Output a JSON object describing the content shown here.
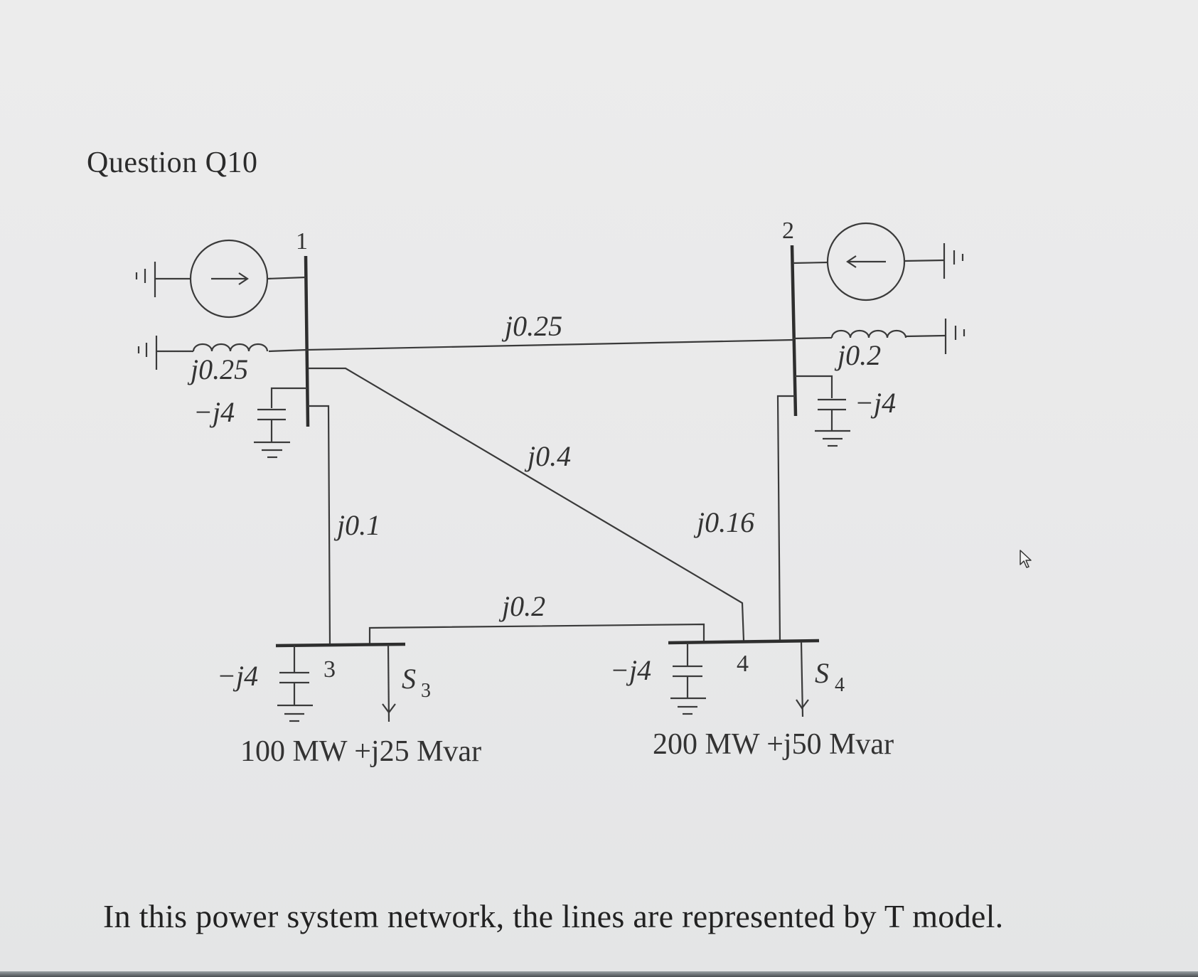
{
  "question": {
    "title": "Question Q10",
    "statement": "In this power system network, the lines are represented by T model."
  },
  "buses": [
    {
      "id": "1",
      "label": "1"
    },
    {
      "id": "2",
      "label": "2"
    },
    {
      "id": "3",
      "label": "3"
    },
    {
      "id": "4",
      "label": "4"
    }
  ],
  "generators": [
    {
      "bus": "1",
      "arrow": "right",
      "reactance_label": "j0.25",
      "shunt_label": "−j4"
    },
    {
      "bus": "2",
      "arrow": "left",
      "reactance_label": "j0.2",
      "shunt_label": "−j4"
    }
  ],
  "lines": [
    {
      "from": "1",
      "to": "2",
      "label": "j0.25"
    },
    {
      "from": "1",
      "to": "4",
      "label": "j0.4"
    },
    {
      "from": "1",
      "to": "3",
      "label": "j0.1"
    },
    {
      "from": "2",
      "to": "4",
      "label": "j0.16"
    },
    {
      "from": "3",
      "to": "4",
      "label": "j0.2"
    }
  ],
  "loads": [
    {
      "bus": "3",
      "symbol": "S",
      "subscript": "3",
      "value": "100 MW +j25 Mvar",
      "shunt_label": "−j4"
    },
    {
      "bus": "4",
      "symbol": "S",
      "subscript": "4",
      "value": "200 MW +j50 Mvar",
      "shunt_label": "−j4"
    }
  ]
}
